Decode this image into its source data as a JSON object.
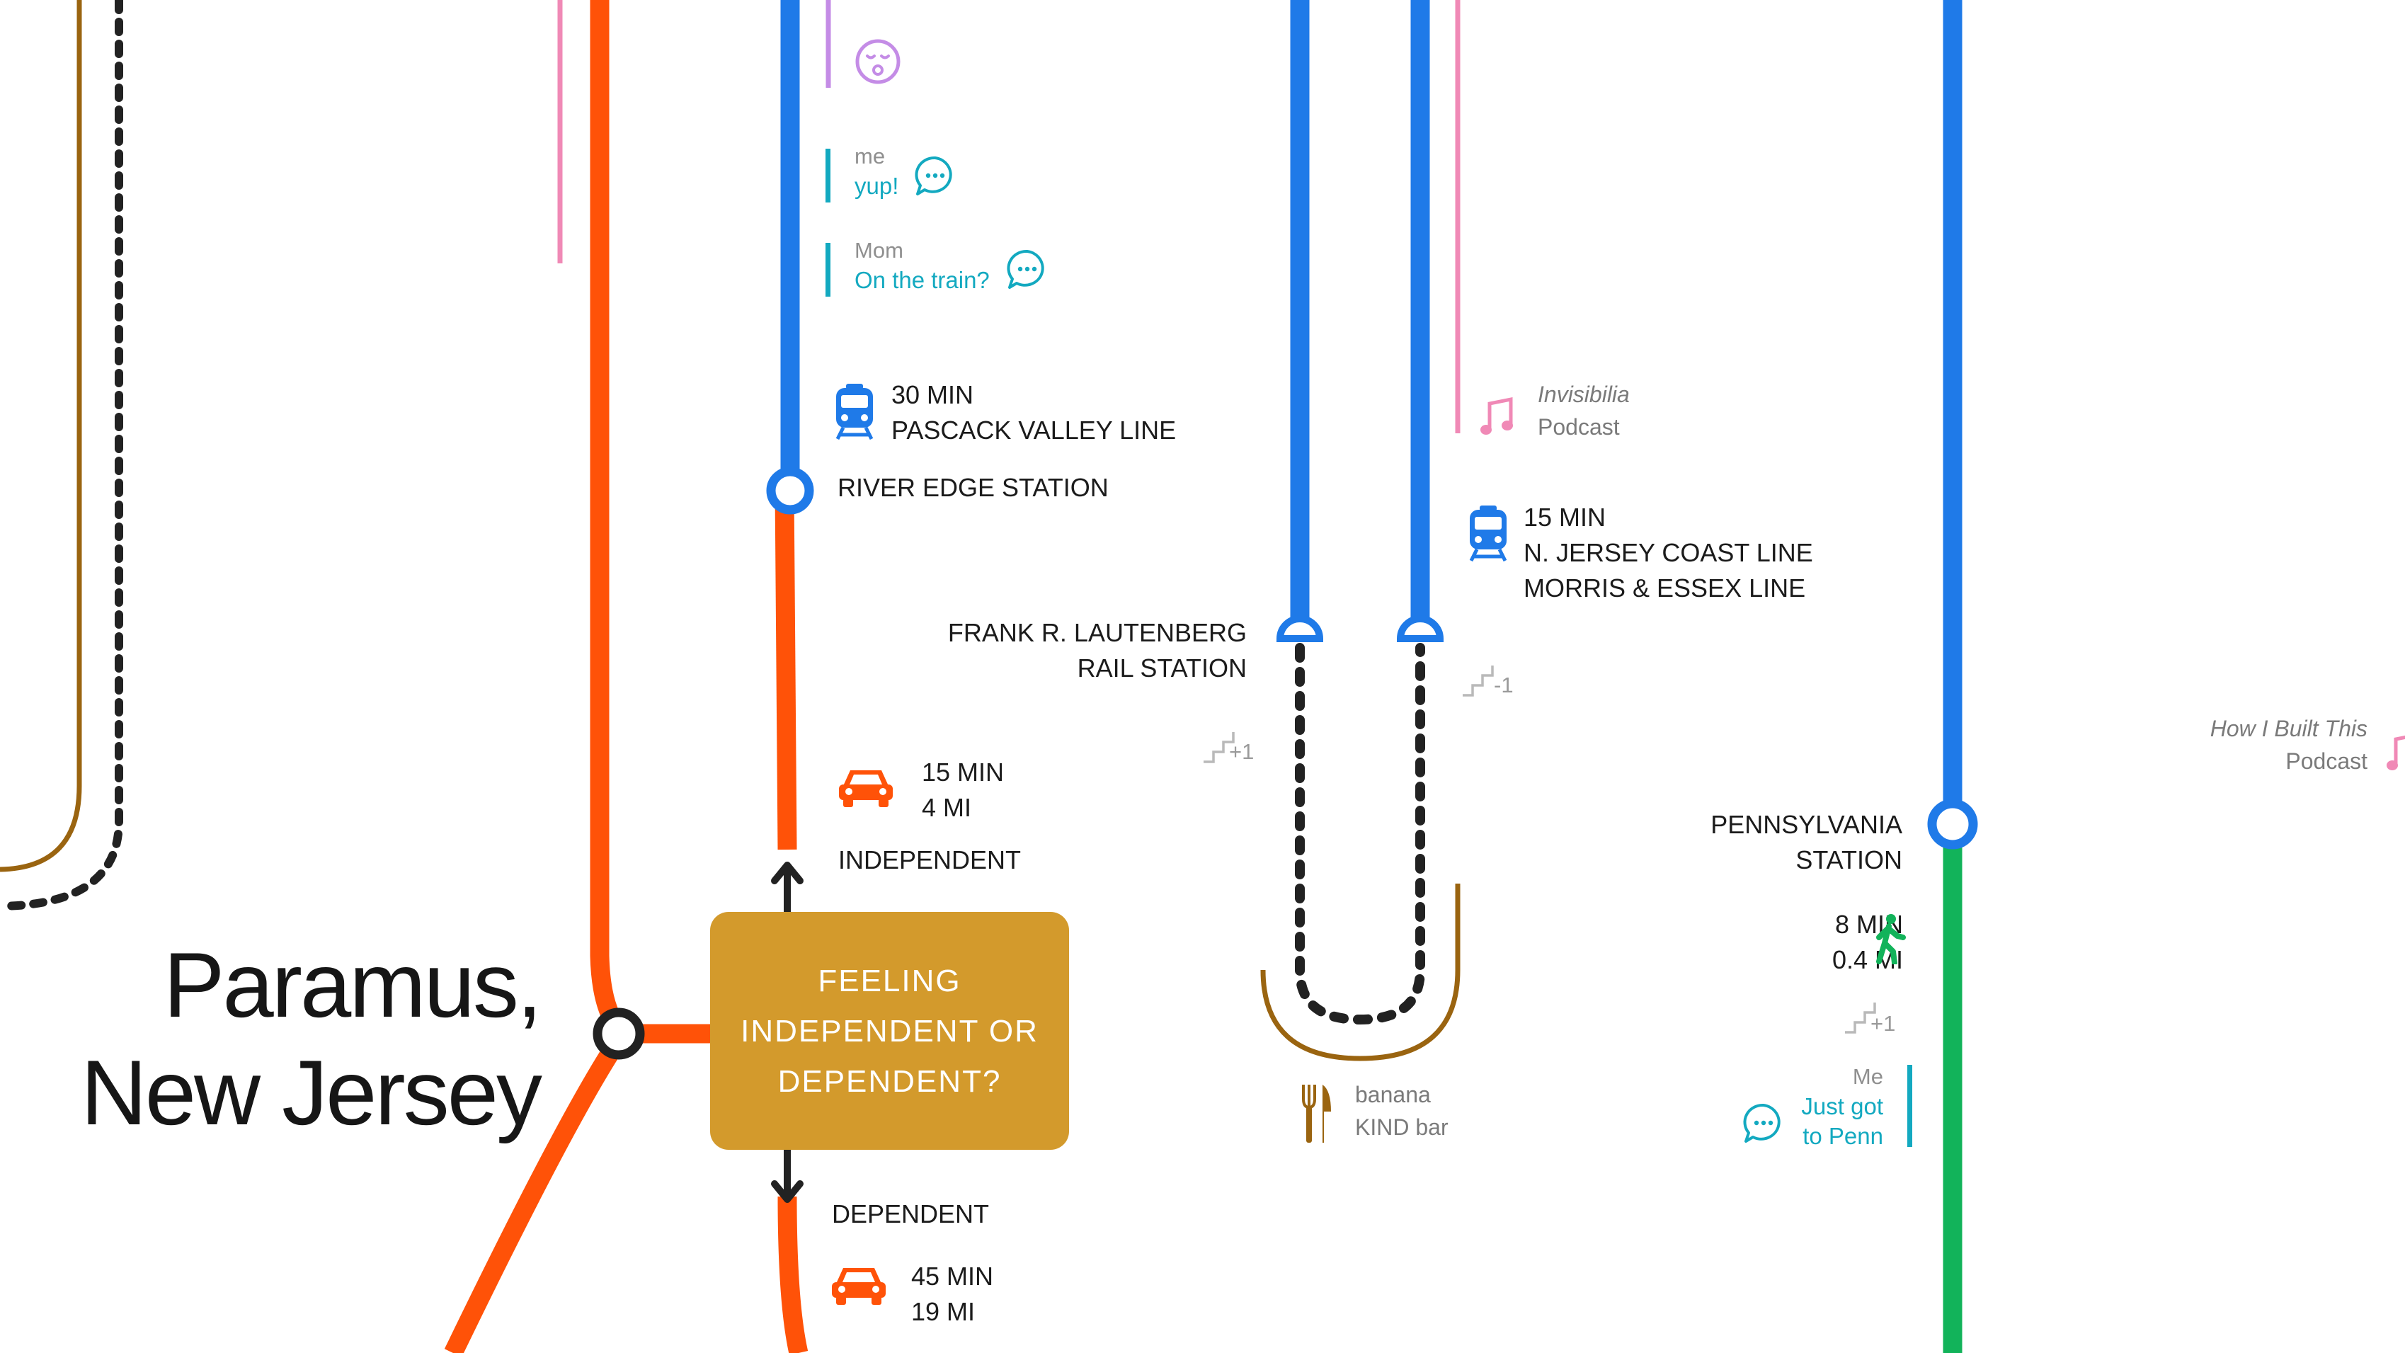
{
  "colors": {
    "orange": "#ff5208",
    "blue": "#1f7ae8",
    "green": "#12b35a",
    "brown": "#9a6410",
    "pink": "#f089b6",
    "teal": "#13a9c0",
    "purple": "#c48ce6",
    "gold": "#d39a2c",
    "dark": "#222222"
  },
  "origin": {
    "line1": "Paramus,",
    "line2": "New Jersey"
  },
  "decision": {
    "line1": "FEELING",
    "line2": "INDEPENDENT OR",
    "line3": "DEPENDENT?"
  },
  "branches": {
    "independent": "INDEPENDENT",
    "dependent": "DEPENDENT"
  },
  "legs": {
    "independent_drive": {
      "icon": "car-icon",
      "time": "15 MIN",
      "distance": "4 MI"
    },
    "dependent_drive": {
      "icon": "car-icon",
      "time": "45 MIN",
      "distance": "19 MI"
    },
    "pascack": {
      "icon": "train-icon",
      "time": "30 MIN",
      "line": "PASCACK VALLEY LINE"
    },
    "coast": {
      "icon": "train-icon",
      "time": "15 MIN",
      "line1": "N. JERSEY COAST LINE",
      "line2": "MORRIS & ESSEX LINE"
    },
    "walk": {
      "icon": "walking-person-icon",
      "time": "8 MIN",
      "distance": "0.4 MI"
    }
  },
  "stations": {
    "river_edge": "RIVER EDGE STATION",
    "lautenberg": {
      "line1": "FRANK R. LAUTENBERG",
      "line2": "RAIL STATION"
    },
    "penn": {
      "line1": "PENNSYLVANIA",
      "line2": "STATION"
    }
  },
  "stairs": {
    "lautenberg_up": "+1",
    "lautenberg_down": "-1",
    "penn_up": "+1"
  },
  "messages": [
    {
      "sender": "me",
      "text": "yup!"
    },
    {
      "sender": "Mom",
      "text": "On the train?"
    },
    {
      "sender": "Me",
      "line1": "Just got",
      "line2": "to Penn"
    }
  ],
  "podcasts": [
    {
      "title": "Invisibilia",
      "type": "Podcast"
    },
    {
      "title": "How I Built This",
      "type": "Podcast"
    }
  ],
  "snack": {
    "icon": "fork-knife-icon",
    "line1": "banana",
    "line2": "KIND bar"
  },
  "mood": {
    "icon": "sleepy-face-icon"
  }
}
